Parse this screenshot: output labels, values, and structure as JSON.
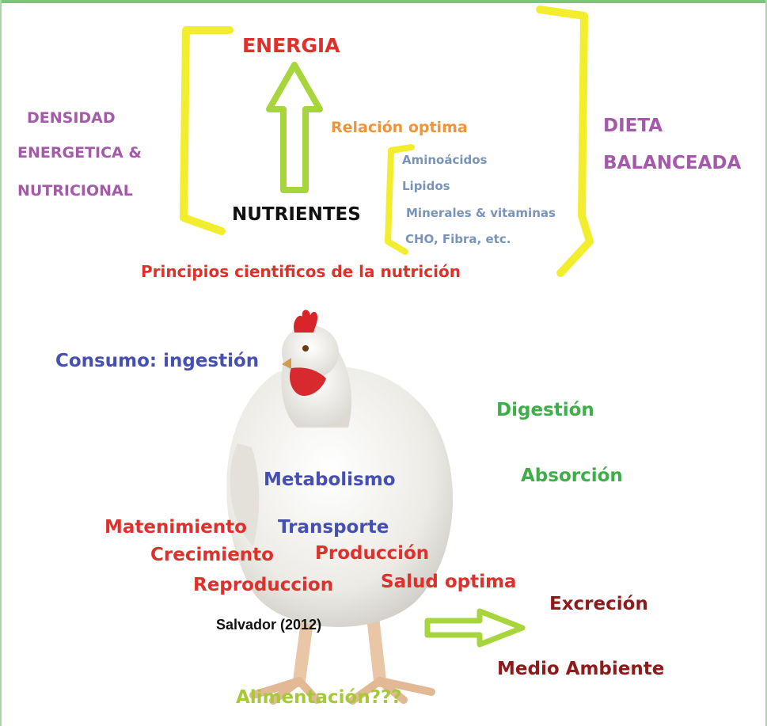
{
  "colors": {
    "yellow_bracket": "#f2ee2e",
    "green_arrow": "#a6d63b",
    "purple": "#a45aa9",
    "red": "#e0302c",
    "orange": "#f0943a",
    "steel_blue": "#7a94b8",
    "indigo": "#4650b2",
    "green": "#3fae49",
    "dark_red": "#8e1b1b",
    "lime": "#a6c93a",
    "black": "#111111"
  },
  "top": {
    "energia": "ENERGIA",
    "densidad_1": "DENSIDAD",
    "densidad_2": "ENERGETICA &",
    "densidad_3": "NUTRICIONAL",
    "relacion": "Relación optima",
    "nutrientes": "NUTRIENTES",
    "nutrient_list": [
      "Aminoácidos",
      "Lipidos",
      "Minerales & vitaminas",
      "CHO, Fibra, etc."
    ],
    "dieta_1": "DIETA",
    "dieta_2": "BALANCEADA",
    "principios": "Principios cientificos de la nutrición"
  },
  "bottom": {
    "consumo": "Consumo: ingestión",
    "digestion": "Digestión",
    "absorcion": "Absorción",
    "metabolismo": "Metabolismo",
    "matenimiento": "Matenimiento",
    "transporte": "Transporte",
    "crecimiento": "Crecimiento",
    "produccion": "Producción",
    "reproduccion": "Reproduccion",
    "salud": "Salud optima",
    "citation": "Salvador (2012)",
    "excrecion": "Excreción",
    "medio_ambiente": "Medio Ambiente",
    "alimentacion": "Alimentación???"
  }
}
